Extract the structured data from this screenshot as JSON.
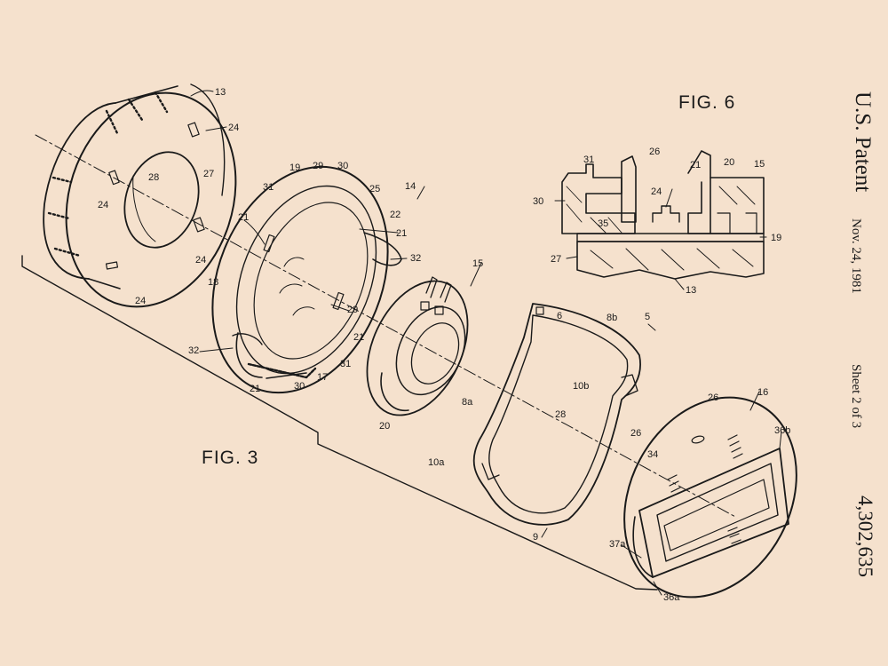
{
  "header": {
    "patent_title": "U.S. Patent",
    "date": "Nov. 24, 1981",
    "sheet": "Sheet 2 of 3",
    "patent_number": "4,302,635"
  },
  "figures": {
    "fig3_label": "FIG. 3",
    "fig6_label": "FIG. 6"
  },
  "fig3_labels": {
    "l13": "13",
    "l24a": "24",
    "l27": "27",
    "l28a": "28",
    "l24b": "24",
    "l24c": "24",
    "l24d": "24",
    "l19": "19",
    "l29a": "29",
    "l30a": "30",
    "l25": "25",
    "l14": "14",
    "l31a": "31",
    "l22": "22",
    "l21a": "21",
    "l21b": "21",
    "l32a": "32",
    "l18": "18",
    "l29b": "29",
    "l21c": "21",
    "l32b": "32",
    "l31b": "31",
    "l17": "17",
    "l21d": "21",
    "l30b": "30",
    "l15": "15",
    "l20": "20",
    "l6": "6",
    "l8b": "8b",
    "l5": "5",
    "l10b": "10b",
    "l8a": "8a",
    "l28b": "28",
    "l10a": "10a",
    "l9": "9",
    "l26a": "26",
    "l34": "34",
    "l26b": "26",
    "l16": "16",
    "l36b": "36b",
    "l37a": "37a",
    "l36a": "36a"
  },
  "fig6_labels": {
    "l31": "31",
    "l26": "26",
    "l21": "21",
    "l20": "20",
    "l15": "15",
    "l30": "30",
    "l24": "24",
    "l35": "35",
    "l19": "19",
    "l27": "27",
    "l13": "13"
  },
  "colors": {
    "paper": "#f5e1cd",
    "ink": "#1a1a1a"
  }
}
